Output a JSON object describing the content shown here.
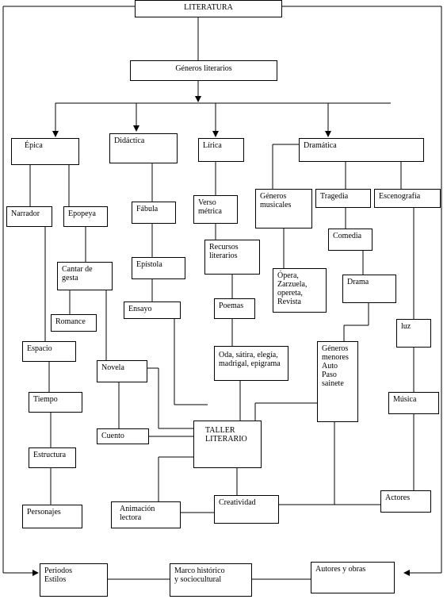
{
  "nodes": {
    "literatura": "LITERATURA",
    "generos_literarios": "Géneros literarios",
    "epica": "Épica",
    "didactica": "Didáctica",
    "lirica": "Lírica",
    "dramatica": "Dramática",
    "narrador": "Narrador",
    "epopeya": "Epopeya",
    "fabula": "Fábula",
    "verso_metrica": "Verso\nmétrica",
    "generos_musicales": "Géneros\nmusicales",
    "tragedia": "Tragedia",
    "escenografia": "Escenografía",
    "recursos_literarios": "Recursos\nliterarios",
    "comedia": "Comedia",
    "cantar_de_gesta": "Cantar de\ngesta",
    "epistola": "Epístola",
    "opera": "Ópera,\nZarzuela,\nopereta,\nRevista",
    "drama": "Drama",
    "poemas": "Poemas",
    "ensayo": "Ensayo",
    "romance": "Romance",
    "luz": "luz",
    "espacio": "Espacio",
    "oda": "Oda, sátira, elegía,\nmadrigal, epigrama",
    "generos_menores": "Géneros\nmenores\nAuto\nPaso\nsainete",
    "novela": "Novela",
    "tiempo": "Tiempo",
    "musica": "Música",
    "taller_literario": "TALLER\nLITERARIO",
    "cuento": "Cuento",
    "estructura": "Estructura",
    "actores": "Actores",
    "creatividad": "Creatividad",
    "animacion_lectora": "Animación\nlectora",
    "personajes": "Personajes",
    "periodos_estilos": "Periodos\nEstilos",
    "marco_historico": "Marco histórico\ny sociocultural",
    "autores_obras": "Autores y obras"
  }
}
